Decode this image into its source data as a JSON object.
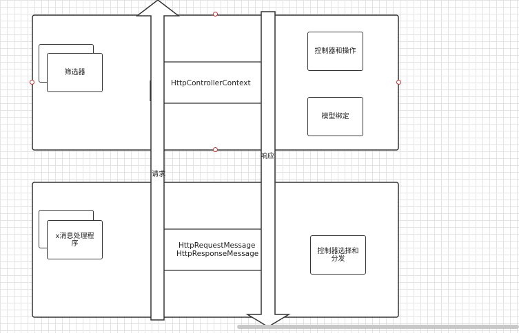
{
  "nodes": {
    "filter": "筛选器",
    "controller_action": "控制器和操作",
    "model_binding": "模型绑定",
    "message_handler": "x消息处理程序",
    "controller_selection": "控制器选择和分发",
    "controller_context": "HttpControllerContext",
    "request_message": "HttpRequestMessage",
    "response_message": "HttpResponseMessage"
  },
  "edges": {
    "request": "请求",
    "response": "响应"
  }
}
